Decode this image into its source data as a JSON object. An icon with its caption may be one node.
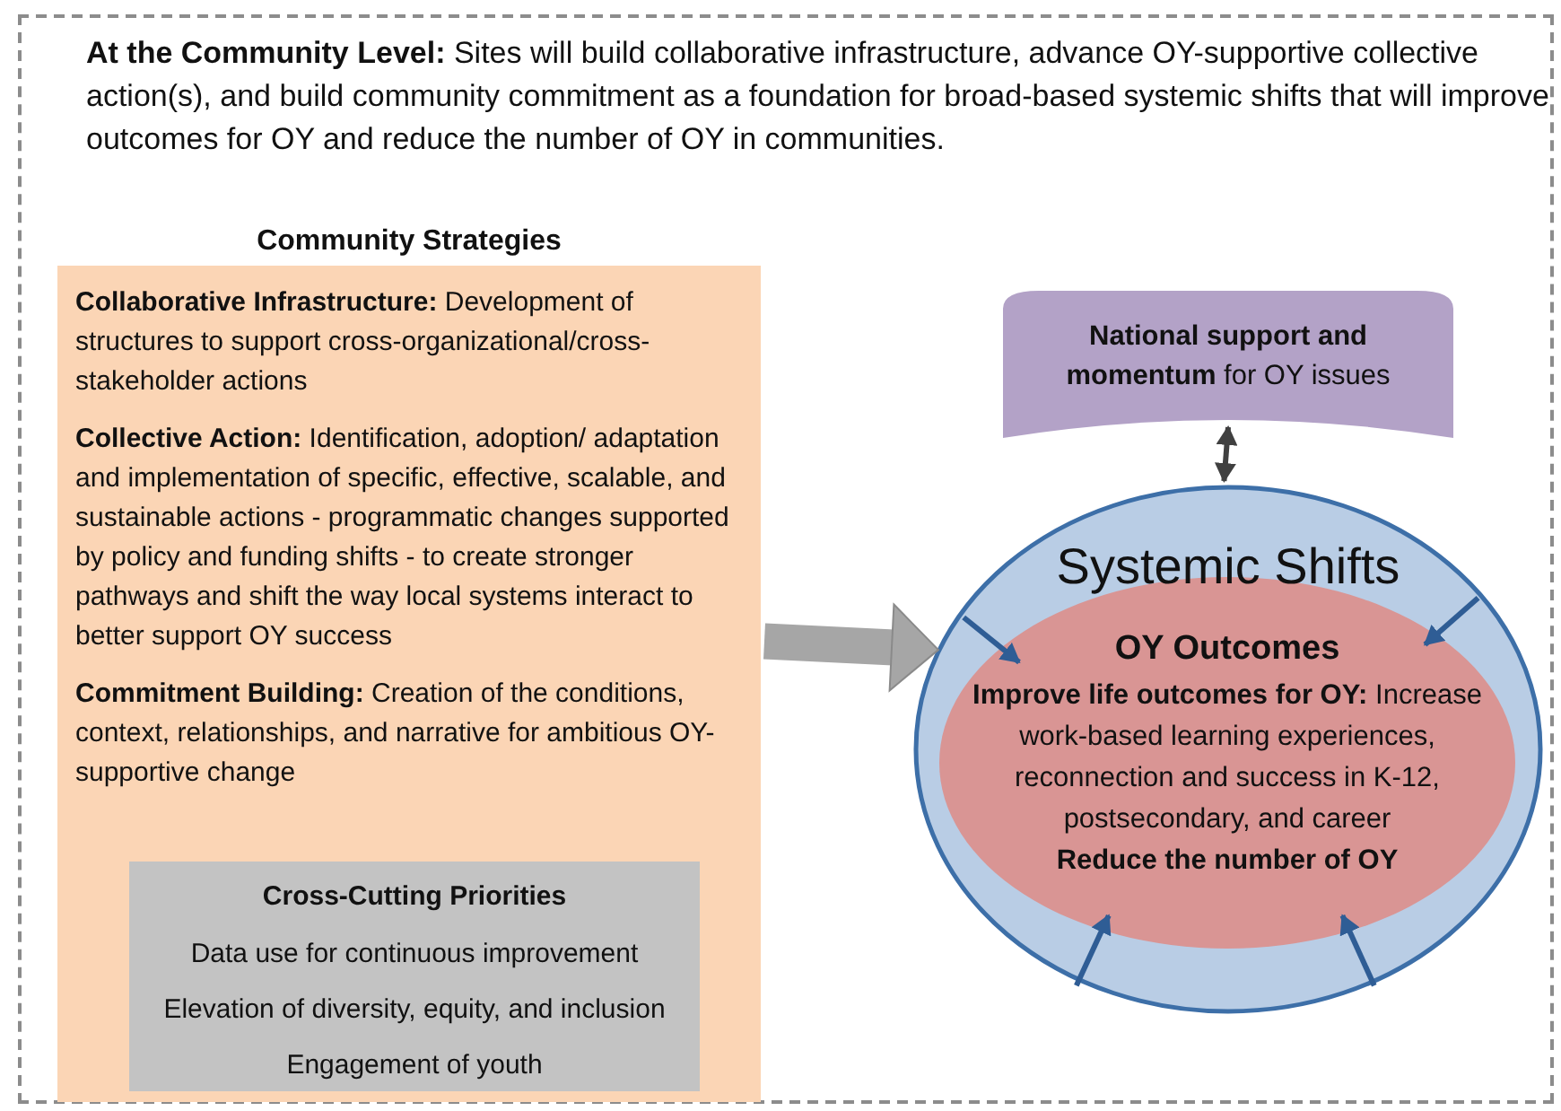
{
  "diagram": {
    "nodes": [
      {
        "text": [
          "**At the Community Level:**  Sites will build collaborative infrastructure, advance OY-supportive collective action(s), and build community commitment as a foundation for broad-based systemic shifts that will improve outcomes for OY and reduce the number of OY in communities."
        ]
      },
      {
        "text": [
          "Community Strategies",
          "**Collaborative Infrastructure:** Development of structures to support cross-organizational/cross-stakeholder actions",
          "**Collective Action:** Identification, adoption/ adaptation and implementation of specific, effective, scalable, and sustainable actions  - programmatic changes supported by policy and funding shifts - to create stronger pathways and shift the way local systems interact to better support OY success",
          "**Commitment Building:** Creation of the conditions, context, relationships, and narrative  for ambitious OY-supportive change"
        ],
        "in": 0
      },
      {
        "text": [
          "Cross-Cutting Priorities",
          "Data use for continuous improvement",
          "Elevation of diversity, equity, and inclusion",
          "Engagement of youth"
        ],
        "in": 1
      },
      {
        "text": [
          "**National support and momentum** for OY issues"
        ],
        "in": 0
      },
      {
        "text": [
          "Systemic Shifts"
        ],
        "in": 0
      },
      {
        "text": [
          "OY Outcomes",
          "**Improve life outcomes for OY:** Increase work-based learning experiences, reconnection and success in K-12, postsecondary, and career",
          "Reduce the number of OY"
        ],
        "in": 4
      }
    ],
    "edges": [
      {
        "from": 1,
        "to": 4,
        "arrow": "to",
        "style": "thick",
        "color": "#a6a6a6"
      },
      {
        "from": 3,
        "to": 4,
        "arrow": "both",
        "color": "#404040"
      },
      {
        "from": 4,
        "to": 5,
        "arrow": "to"
      },
      {
        "from": 4,
        "to": 5,
        "arrow": "to"
      },
      {
        "from": 4,
        "to": 5,
        "arrow": "to"
      },
      {
        "from": 4,
        "to": 5,
        "arrow": "to"
      }
    ]
  }
}
